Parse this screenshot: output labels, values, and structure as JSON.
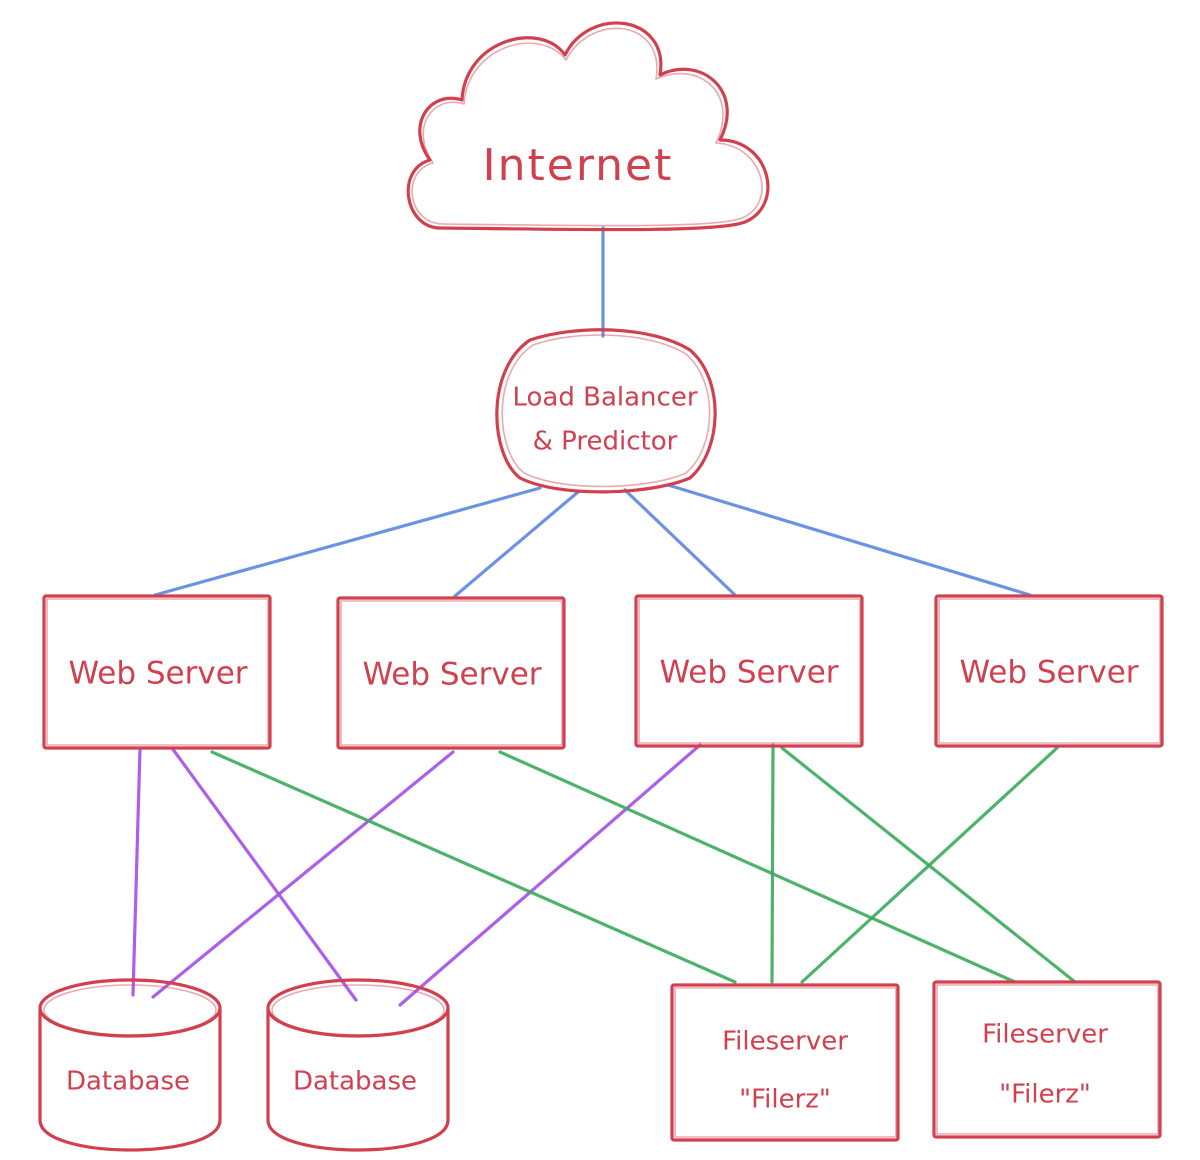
{
  "colors": {
    "node": "#d0404e",
    "link_balancer": "#5b86e0",
    "link_database": "#a44ee8",
    "link_fileserver": "#3aaa5c"
  },
  "nodes": {
    "internet": {
      "label": "Internet"
    },
    "load_balancer": {
      "line1": "Load Balancer",
      "line2": "& Predictor"
    },
    "web_servers": [
      {
        "label": "Web Server"
      },
      {
        "label": "Web Server"
      },
      {
        "label": "Web Server"
      },
      {
        "label": "Web Server"
      }
    ],
    "databases": [
      {
        "label": "Database"
      },
      {
        "label": "Database"
      }
    ],
    "fileservers": [
      {
        "line1": "Fileserver",
        "line2": "\"Filerz\""
      },
      {
        "line1": "Fileserver",
        "line2": "\"Filerz\""
      }
    ]
  }
}
